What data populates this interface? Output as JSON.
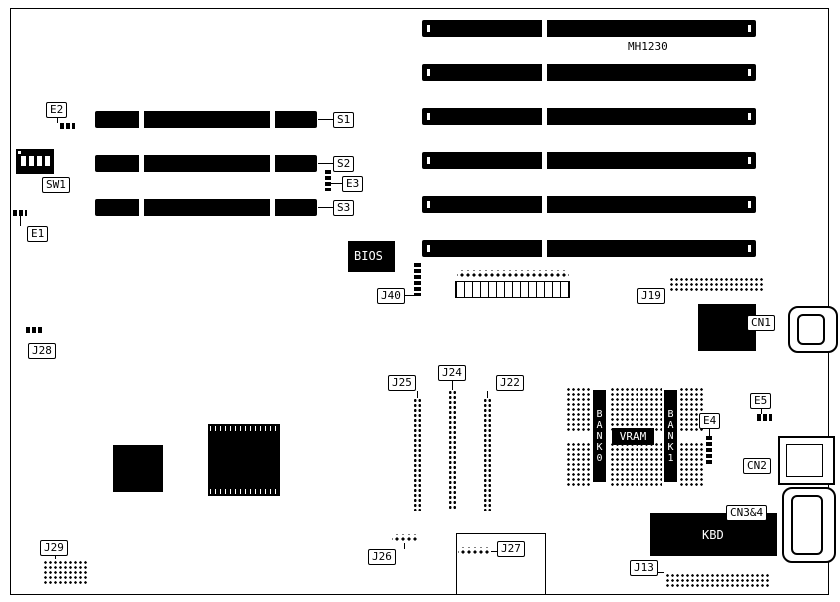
{
  "diagram": {
    "model": "MH1230",
    "labels": {
      "s1": "S1",
      "s2": "S2",
      "s3": "S3",
      "e1": "E1",
      "e2": "E2",
      "e3": "E3",
      "e4": "E4",
      "e5": "E5",
      "sw1": "SW1",
      "bios": "BIOS",
      "j13": "J13",
      "j19": "J19",
      "j22": "J22",
      "j24": "J24",
      "j25": "J25",
      "j26": "J26",
      "j27": "J27",
      "j28": "J28",
      "j29": "J29",
      "j40": "J40",
      "cn1": "CN1",
      "cn2": "CN2",
      "cn3and4": "CN3&4",
      "kbd": "KBD",
      "bank0": "BANK0",
      "bank1": "BANK1",
      "vram": "VRAM"
    },
    "colors": {
      "ink": "#000000",
      "paper": "#ffffff"
    }
  }
}
